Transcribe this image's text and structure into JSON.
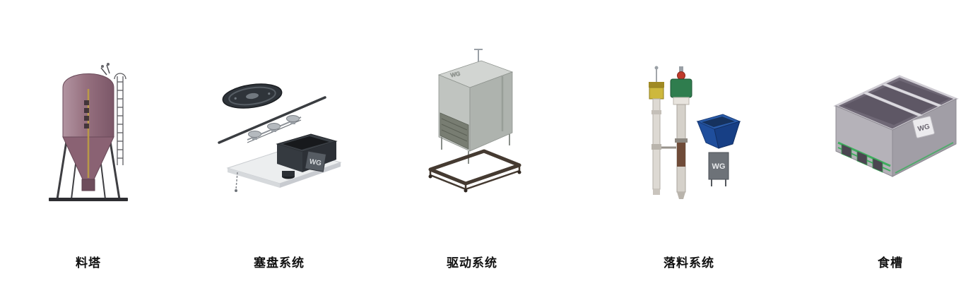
{
  "page": {
    "background": "#ffffff",
    "label_color": "#111111"
  },
  "brand": {
    "logo_text": "WG"
  },
  "products": [
    {
      "id": "feed-tower",
      "label": "料塔"
    },
    {
      "id": "plug-disc-system",
      "label": "塞盘系统"
    },
    {
      "id": "drive-system",
      "label": "驱动系统"
    },
    {
      "id": "drop-feed-system",
      "label": "落料系统"
    },
    {
      "id": "feed-trough",
      "label": "食槽"
    }
  ],
  "colors": {
    "silo_body": "#96707f",
    "hopper_blue": "#1f4e9c",
    "motor_green": "#2f7d4e",
    "trough_gray": "#b5b2b9",
    "trough_green": "#3fae5f",
    "metal_dark": "#2f343a"
  }
}
